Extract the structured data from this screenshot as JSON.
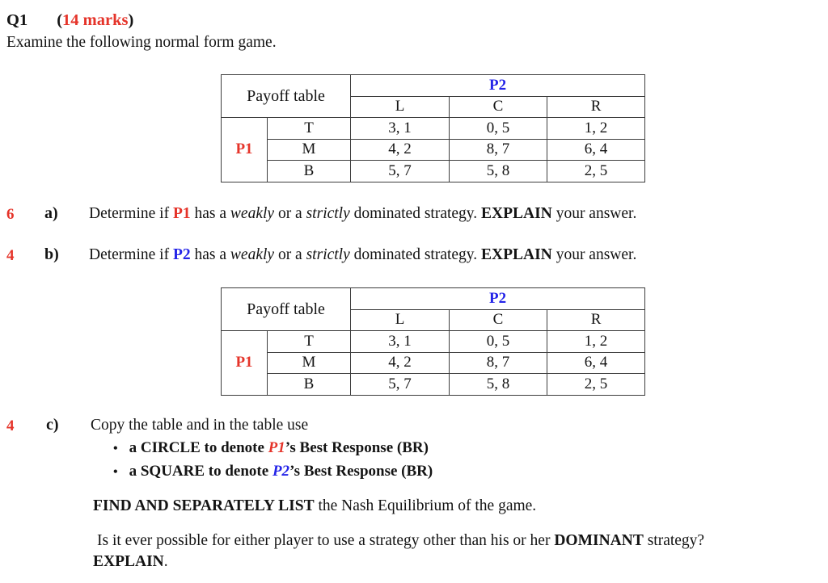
{
  "colors": {
    "p1-red": "#e5342a",
    "p2-blue": "#2424e8",
    "marks-red": "#e5342a",
    "border": "#3d3d3d"
  },
  "header": {
    "q_number": "Q1",
    "paren_open": "(",
    "marks_text": "14 marks",
    "paren_close": ")"
  },
  "intro": "Examine the following normal form game.",
  "payoff_table": {
    "corner_label": "Payoff table",
    "col_player": "P2",
    "row_player": "P1",
    "col_strategies": [
      "L",
      "C",
      "R"
    ],
    "row_strategies": [
      "T",
      "M",
      "B"
    ],
    "payoffs": [
      [
        "3, 1",
        "0, 5",
        "1, 2"
      ],
      [
        "4, 2",
        "8, 7",
        "6, 4"
      ],
      [
        "5, 7",
        "5, 8",
        "2, 5"
      ]
    ]
  },
  "parts": {
    "a": {
      "marks": "6",
      "label": "a)",
      "pre": "Determine if ",
      "player": "P1",
      "mid1": " has a ",
      "weakly": "weakly",
      "mid2": " or a ",
      "strictly": "strictly",
      "mid3": " dominated strategy. ",
      "explain": "EXPLAIN",
      "post": " your answer."
    },
    "b": {
      "marks": "4",
      "label": "b)",
      "pre": "Determine if ",
      "player": "P2",
      "mid1": " has a ",
      "weakly": "weakly",
      "mid2": " or a ",
      "strictly": "strictly",
      "mid3": " dominated strategy. ",
      "explain": "EXPLAIN",
      "post": " your answer."
    },
    "c": {
      "marks": "4",
      "label": "c)",
      "text": "Copy the table and in the table use",
      "bullet_glyph": "•",
      "bullets": [
        {
          "pre": "a CIRCLE to denote ",
          "player": "P1",
          "post": "’s Best Response (BR)"
        },
        {
          "pre": "a SQUARE to denote ",
          "player": "P2",
          "post": "’s Best Response (BR)"
        }
      ]
    }
  },
  "closing": {
    "find_bold": "FIND AND SEPARATELY LIST",
    "find_rest": " the Nash Equilibrium of the game.",
    "question_pre": "Is it ever possible for either player to use a strategy other than his or her ",
    "question_bold": "DOMINANT",
    "question_post": " strategy?",
    "explain_bold": "EXPLAIN",
    "explain_post": "."
  }
}
